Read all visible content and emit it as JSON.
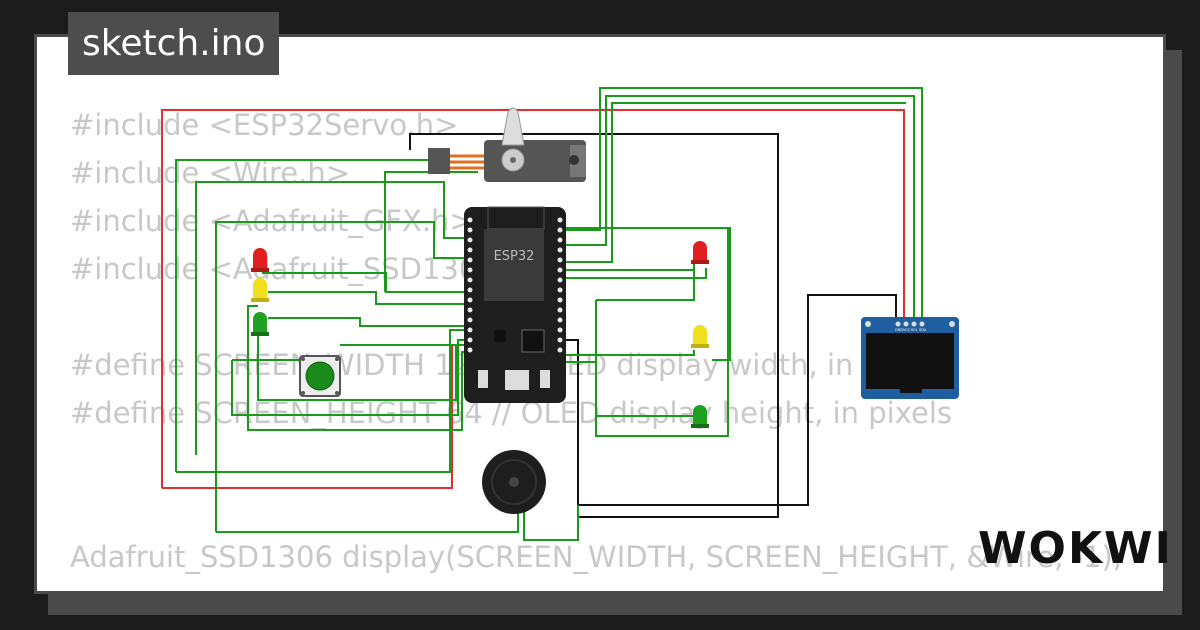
{
  "file_tab": {
    "name": "sketch.ino"
  },
  "code_lines": [
    "#include <ESP32Servo.h>",
    "#include <Wire.h>",
    "#include <Adafruit_GFX.h>",
    "#include <Adafruit_SSD1306.h>",
    "",
    "#define SCREEN_WIDTH 128 // OLED display width, in pixels",
    "#define SCREEN_HEIGHT 64 // OLED display height, in pixels",
    "",
    "Adafruit_SSD1306 display(SCREEN_WIDTH, SCREEN_HEIGHT, &Wire, -1);"
  ],
  "board": {
    "label": "ESP32"
  },
  "oled": {
    "pin_labels": [
      "GND",
      "VCC",
      "SCL",
      "SDA"
    ]
  },
  "brand": {
    "name": "WOKWI"
  },
  "colors": {
    "wire_green": "#1a9a1a",
    "wire_red": "#e03030",
    "wire_black": "#111111",
    "led_red": "#e02020",
    "led_yellow": "#f0e020",
    "led_green": "#20a020",
    "board": "#1e1e1e",
    "oled_pcb": "#1f5fa0",
    "code_text": "#c8c8c8",
    "tab_bg": "#4d4d4d"
  },
  "icons": [
    "esp32-board",
    "servo",
    "oled-display",
    "push-button",
    "buzzer",
    "led-red",
    "led-yellow",
    "led-green",
    "wokwi-logo"
  ]
}
